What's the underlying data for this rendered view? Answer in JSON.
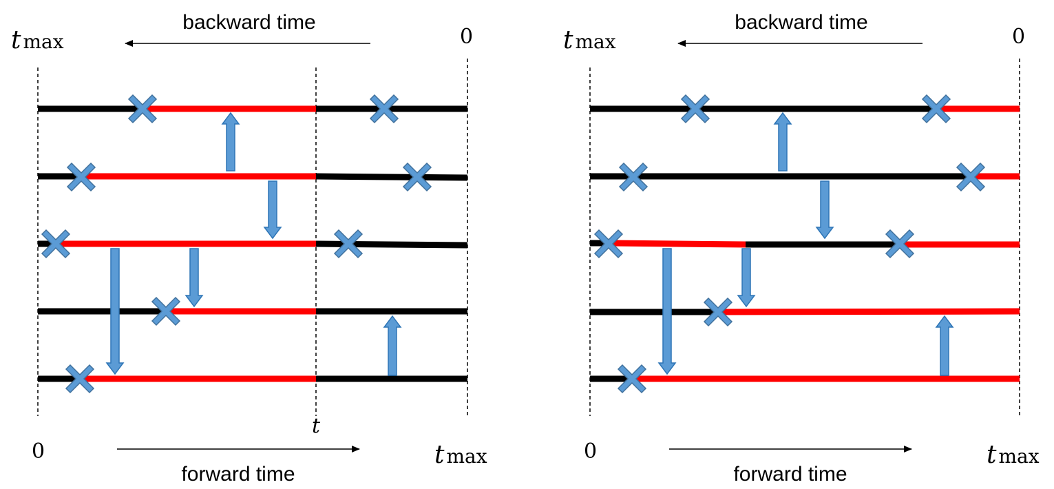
{
  "colors": {
    "black_line": "#000000",
    "red_line": "#ff0000",
    "cross_fill": "#5b9bd5",
    "cross_stroke": "#41719c",
    "arrow_fill": "#5b9bd5",
    "arrow_stroke": "#2e75b6"
  },
  "panels": [
    {
      "top_left_label": {
        "base": "t",
        "sub": "max"
      },
      "top_right_label": "0",
      "top_arrow_label": "backward time",
      "bottom_left_label": "0",
      "bottom_right_label": {
        "base": "t",
        "sub": "max"
      },
      "bottom_arrow_label": "forward time",
      "marker_label": "t"
    },
    {
      "top_left_label": {
        "base": "t",
        "sub": "max"
      },
      "top_right_label": "0",
      "top_arrow_label": "backward time",
      "bottom_left_label": "0",
      "bottom_right_label": {
        "base": "t",
        "sub": "max"
      },
      "bottom_arrow_label": "forward time"
    }
  ],
  "icons": {
    "cross": "cross-icon",
    "transfer_arrow": "transfer-arrow-icon"
  }
}
